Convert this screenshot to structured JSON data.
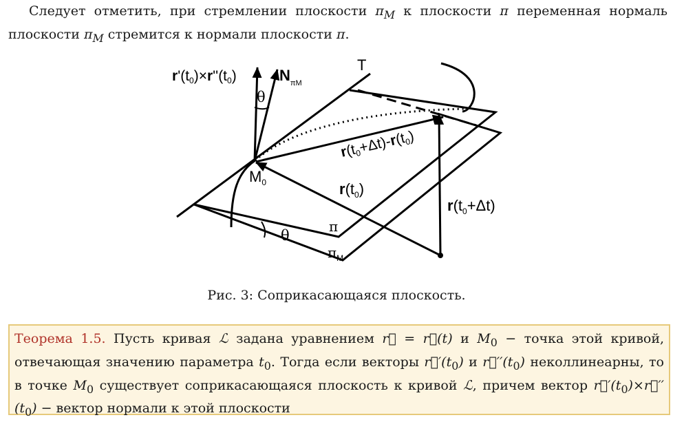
{
  "intro": {
    "t1": "Следует отметить, при стремлении плоскости ",
    "m1": "π",
    "s1": "M",
    "t2": " к плоскости ",
    "m2": "π",
    "t3": " переменная нормаль плоскости ",
    "m3": "π",
    "s3": "M",
    "t4": " стремится к нормали плоскости ",
    "m4": "π",
    "t5": "."
  },
  "figure": {
    "label_cross_a": "r",
    "label_cross_b": "'(t",
    "label_cross_sub": "0",
    "label_cross_c": ")×",
    "label_cross_d": "r",
    "label_cross_e": "''(t",
    "label_cross_sub2": "0",
    "label_cross_f": ")",
    "label_n": "N",
    "label_n_sub": "πM",
    "label_theta_top": "θ",
    "label_T": "T",
    "label_diff_a": "r",
    "label_diff_b": "(t",
    "label_diff_sub": "0",
    "label_diff_c": "+Δt)-",
    "label_diff_d": "r",
    "label_diff_e": "(t",
    "label_diff_sub2": "0",
    "label_diff_f": ")",
    "label_M": "M",
    "label_M_sub": "0",
    "label_r_a": "r",
    "label_r_b": "(t",
    "label_r_sub": "0",
    "label_r_c": ")",
    "label_rdt_a": "r",
    "label_rdt_b": "(t",
    "label_rdt_sub": "0",
    "label_rdt_c": "+Δt)",
    "label_pi": "π",
    "label_theta_bottom": "θ",
    "label_piM": "π",
    "label_piM_sub": "M"
  },
  "caption": "Рис. 3: Соприкасающаяся плоскость.",
  "theorem": {
    "head": "Теорема 1.5.",
    "t1": " Пусть кривая ",
    "L": "ℒ",
    "t2": " задана уравнением ",
    "eq": "r⃗ = r⃗(t)",
    "t3": " и ",
    "M0": "M",
    "M0s": "0",
    "t4": " − точка этой кривой, отвечающая значению параметра ",
    "t0": "t",
    "t0s": "0",
    "t5": ". Тогда если векторы ",
    "v1": "r⃗′(t",
    "v1s": "0",
    "v1e": ")",
    "t6": " и ",
    "v2": "r⃗′′(t",
    "v2s": "0",
    "v2e": ")",
    "t7": " неколлинеарны, то в точке ",
    "M1": "M",
    "M1s": "0",
    "t8": " существует соприкасающаяся плоскость к кривой ",
    "L2": "ℒ",
    "t9": ", причем вектор ",
    "v3": "r⃗′(t",
    "v3s": "0",
    "v3e": ")×",
    "v4": "r⃗′′(t",
    "v4s": "0",
    "v4e": ")",
    "t10": " − вектор нормали к этой плоскости"
  }
}
